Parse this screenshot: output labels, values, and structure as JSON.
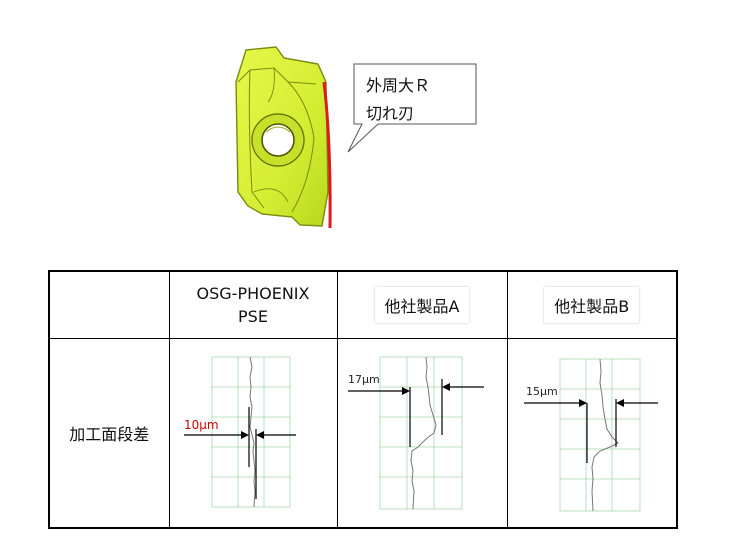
{
  "callout": {
    "line1": "外周大Ｒ",
    "line2": "切れ刃"
  },
  "table": {
    "headers": {
      "blank": "",
      "col1_line1": "OSG-PHOENIX",
      "col1_line2": "PSE",
      "col2": "他社製品A",
      "col3": "他社製品B"
    },
    "row_label": "加工面段差",
    "measurements": [
      {
        "label": "10μm"
      },
      {
        "label": "17μm"
      },
      {
        "label": "15μm"
      }
    ]
  },
  "colors": {
    "insert_fill": "#d8f03a",
    "insert_edge": "#7a8a10",
    "cutting_edge": "#e0191b",
    "grid": "#a8d6a8",
    "annotation_red": "#d40000"
  }
}
